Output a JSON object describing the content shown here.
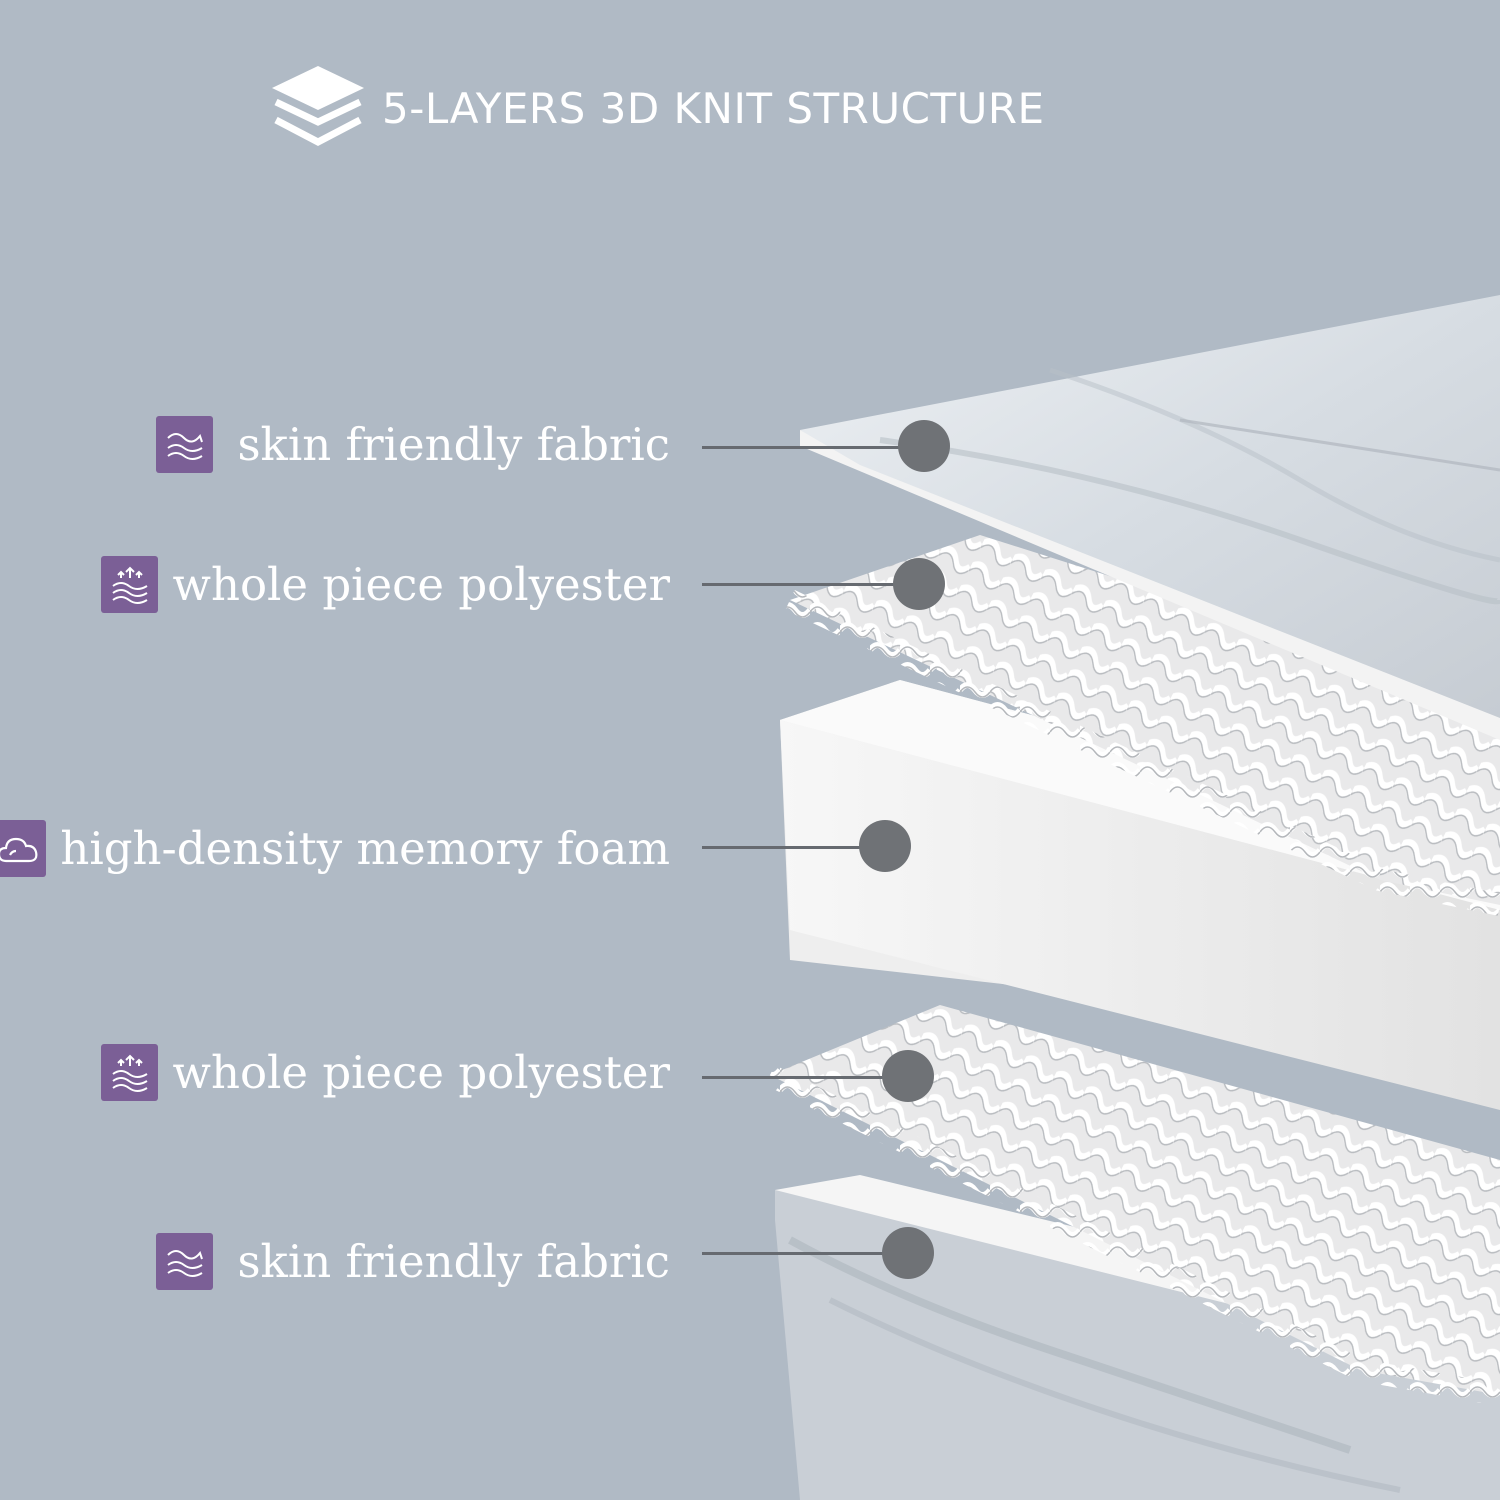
{
  "header": {
    "title": "5-LAYERS 3D KNIT STRUCTURE",
    "icon": "layers-icon"
  },
  "layers": [
    {
      "label": "skin friendly fabric",
      "icon": "fabric-waves-icon"
    },
    {
      "label": "whole piece polyester",
      "icon": "breathable-waves-icon"
    },
    {
      "label": "high-density memory foam",
      "icon": "cloud-icon"
    },
    {
      "label": "whole piece polyester",
      "icon": "breathable-waves-icon"
    },
    {
      "label": "skin friendly fabric",
      "icon": "fabric-waves-icon"
    }
  ],
  "colors": {
    "background": "#b0bac5",
    "badge": "#7b5f96",
    "leader": "#666a70",
    "dot": "#6f7276"
  }
}
